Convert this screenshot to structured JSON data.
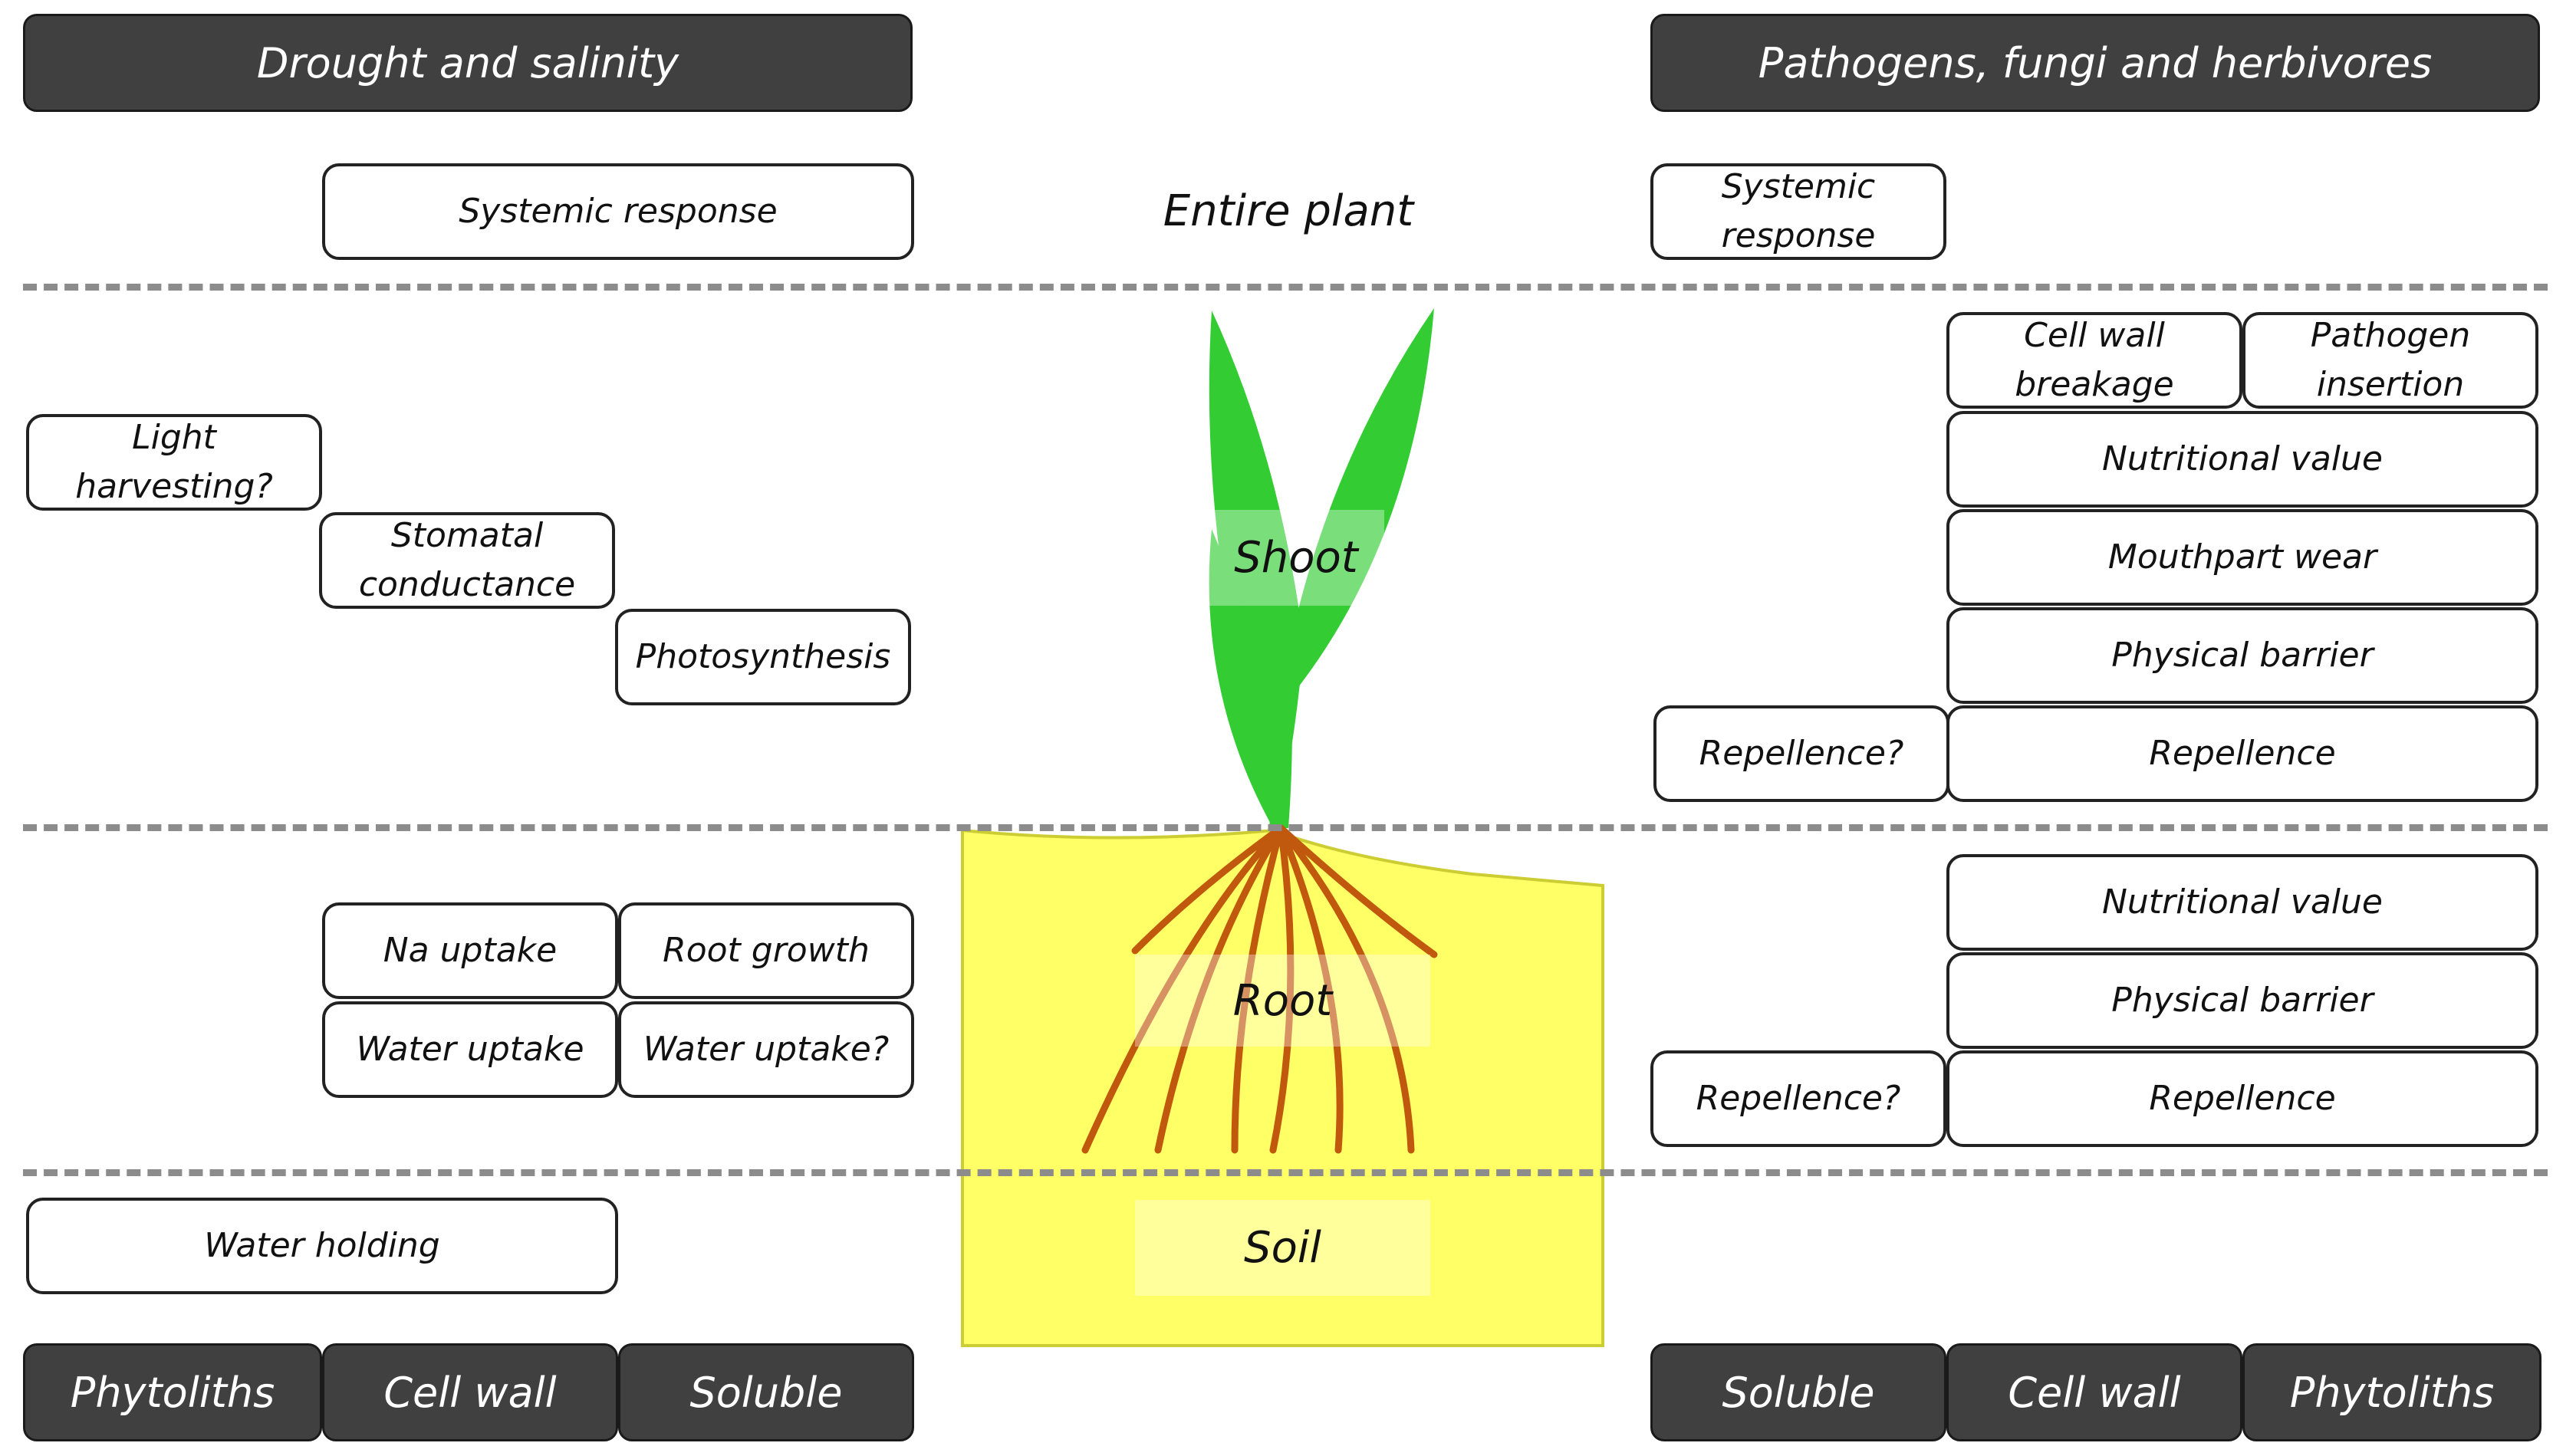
{
  "headers": {
    "left": "Drought and salinity",
    "right": "Pathogens, fungi and herbivores"
  },
  "levels": {
    "entire_plant": "Entire plant",
    "shoot": "Shoot",
    "root": "Root",
    "soil": "Soil"
  },
  "left": {
    "systemic": "Systemic response",
    "light": "Light harvesting?",
    "stomatal": "Stomatal conductance",
    "photosynthesis": "Photosynthesis",
    "na_uptake": "Na uptake",
    "root_growth": "Root growth",
    "water_uptake": "Water uptake",
    "water_uptake_q": "Water uptake?",
    "water_holding": "Water holding"
  },
  "right": {
    "systemic": "Systemic response",
    "cell_wall_breakage": "Cell wall breakage",
    "pathogen_insertion": "Pathogen insertion",
    "nutritional_shoot": "Nutritional value",
    "mouthpart": "Mouthpart wear",
    "barrier_shoot": "Physical barrier",
    "repellence_q_shoot": "Repellence?",
    "repellence_shoot": "Repellence",
    "nutritional_root": "Nutritional value",
    "barrier_root": "Physical barrier",
    "repellence_q_root": "Repellence?",
    "repellence_root": "Repellence"
  },
  "footer": {
    "left": [
      "Phytoliths",
      "Cell wall",
      "Soluble"
    ],
    "right": [
      "Soluble",
      "Cell wall",
      "Phytoliths"
    ]
  },
  "colors": {
    "header_fill": "#404040",
    "soil_fill": "#ffff66",
    "leaf": "#33cc33",
    "root": "#c0580e",
    "separator": "#8c8c8c"
  }
}
